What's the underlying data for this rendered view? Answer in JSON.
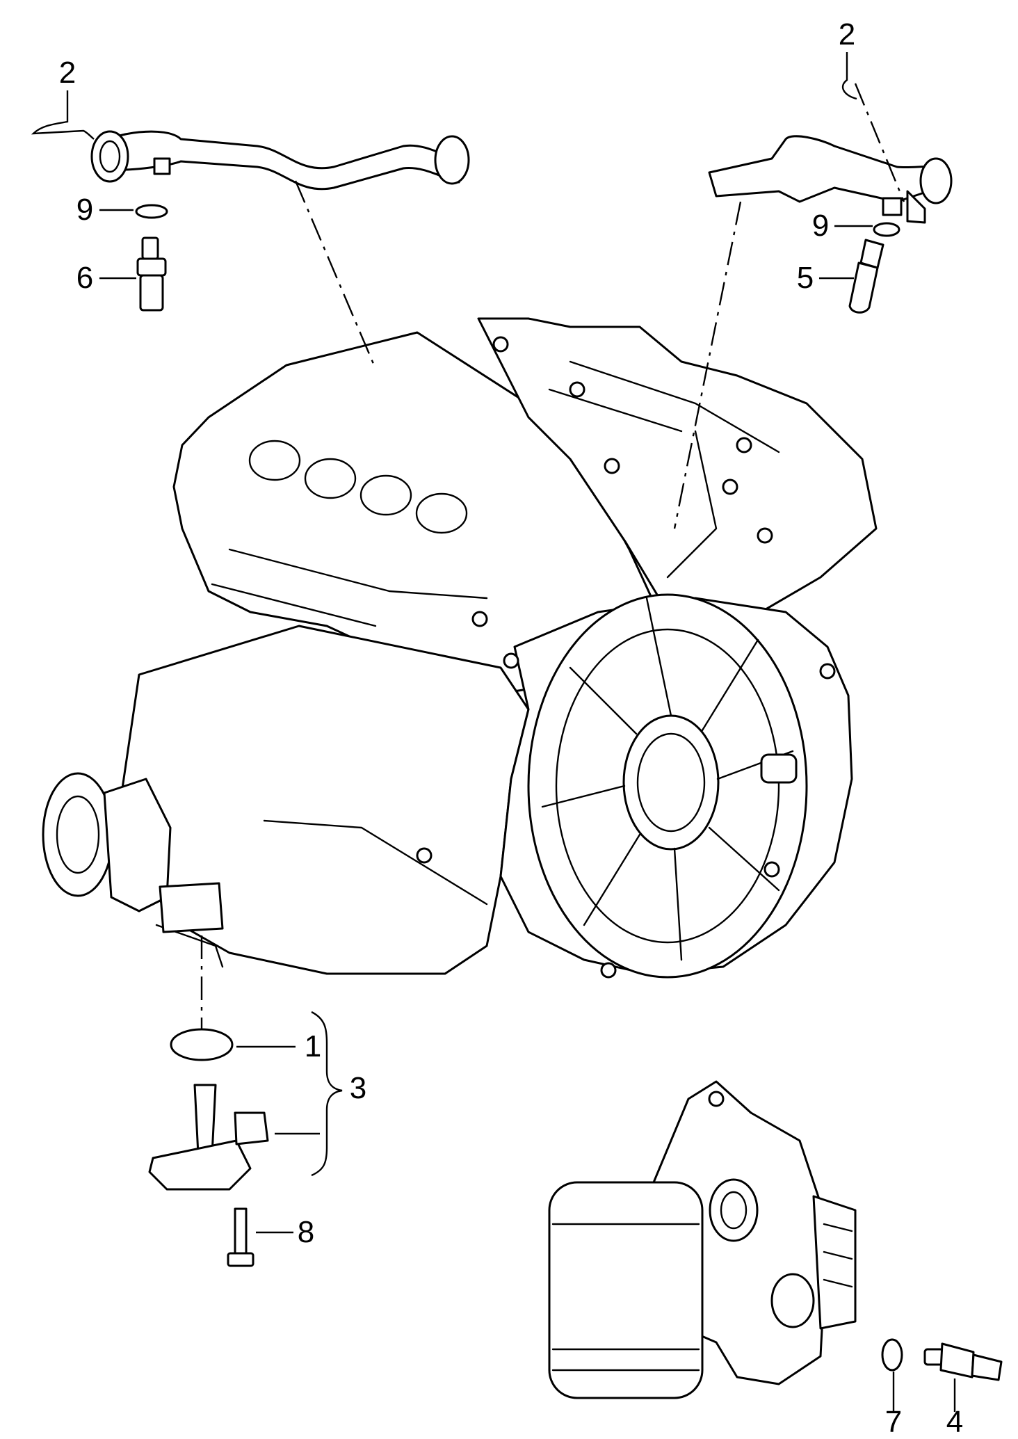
{
  "callouts": {
    "c1": "1",
    "c2_left": "2",
    "c2_right": "2",
    "c3": "3",
    "c4": "4",
    "c5": "5",
    "c6": "6",
    "c7": "7",
    "c8": "8",
    "c9_left": "9",
    "c9_right": "9"
  }
}
